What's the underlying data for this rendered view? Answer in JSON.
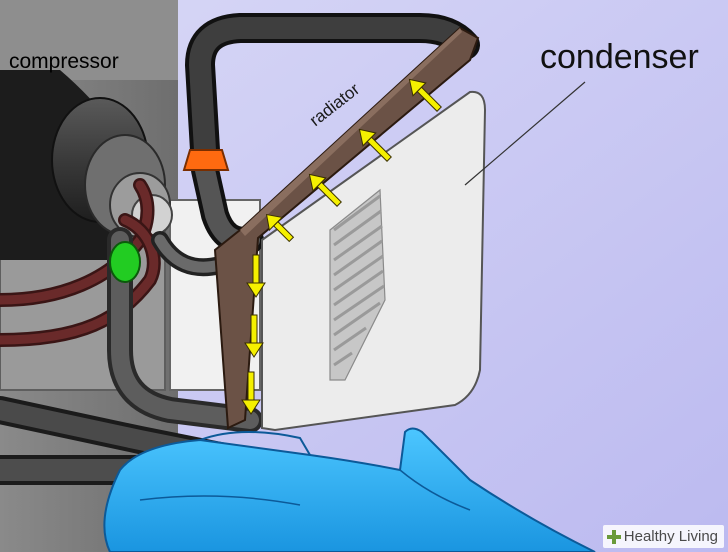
{
  "labels": {
    "compressor": "compressor",
    "condenser": "condenser",
    "radiator": "radiator"
  },
  "watermark": {
    "icon": "plus-icon",
    "text": "Healthy Living"
  },
  "colors": {
    "background": "#c9c8f0",
    "compressor_body": "#7b7b7b",
    "radiator_frame": "#6b5246",
    "condenser_fins": "#ececec",
    "flow_arrows": "#f5f000",
    "outlet_cap": "#ff6a10",
    "connector": "#22cc22",
    "glove": "#2ab0f2"
  }
}
